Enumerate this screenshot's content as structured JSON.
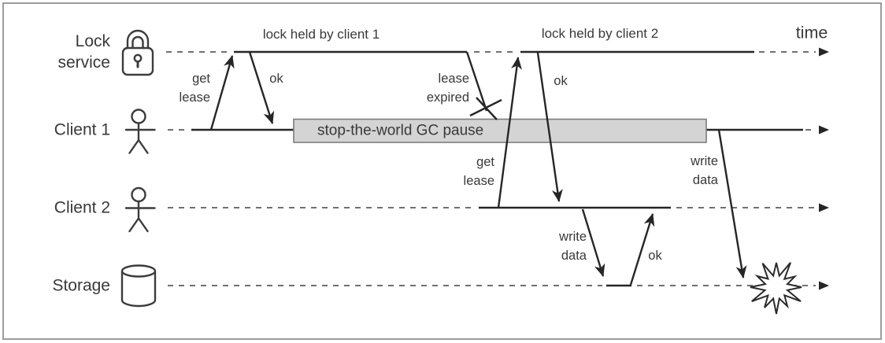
{
  "colors": {
    "line": "#262626",
    "dashed_line": "#707070",
    "gc_box_fill": "#d4d4d4",
    "gc_box_border": "#7c7c7c",
    "text": "#39393b",
    "background": "#ffffff"
  },
  "lanes": [
    {
      "label": "Lock\nservice",
      "icon": "padlock-icon"
    },
    {
      "label": "Client 1",
      "icon": "person-icon"
    },
    {
      "label": "Client 2",
      "icon": "person-icon"
    },
    {
      "label": "Storage",
      "icon": "database-cylinder-icon"
    }
  ],
  "timeline": {
    "time_label": "time"
  },
  "annotations": {
    "lock_held_by_client_1": "lock held by client 1",
    "lock_held_by_client_2": "lock held by client 2",
    "gc_pause": "stop-the-world GC pause",
    "client1_get_lease": "get\nlease",
    "client1_ok": "ok",
    "lease_expired": "lease\nexpired",
    "client2_get_lease": "get\nlease",
    "client2_ok": "ok",
    "client2_write_data": "write\ndata",
    "storage_ok": "ok",
    "client1_write_data": "write\ndata"
  }
}
